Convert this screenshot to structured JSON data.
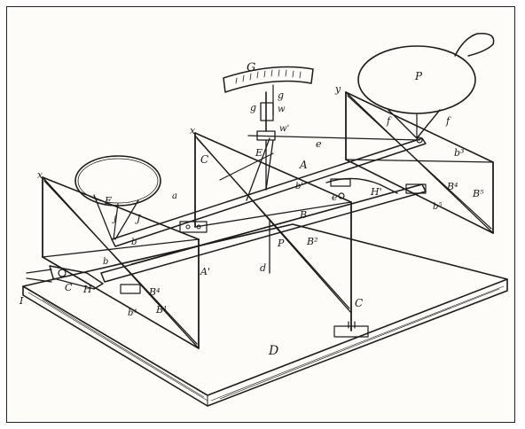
{
  "figure": {
    "ink_color": "#1c1c1c",
    "paper_color": "#fdfcf8",
    "labels": {
      "G": "G",
      "g_top": "g",
      "g_left": "g",
      "w": "w",
      "w_prime": "w'",
      "E": "E",
      "e_upper": "e",
      "e_lower": "e",
      "P_top": "P",
      "f_left": "f",
      "f_right": "f",
      "y": "y",
      "b3": "b³",
      "B4_right": "B⁴",
      "B5": "B⁵",
      "x_center": "x",
      "C_upper": "C",
      "A_upper": "A",
      "b_prime": "b'",
      "H_prime": "H'",
      "b5": "b⁵",
      "B_mid": "B",
      "B2": "B²",
      "P_mid": "P",
      "d": "d",
      "x_left": "x",
      "F": "F",
      "J": "J",
      "a": "a",
      "j": "j",
      "b1": "b",
      "b_small": "b",
      "A_prime": "A'",
      "C_left": "C",
      "H": "H",
      "I": "I",
      "B4_left": "B⁴",
      "B1": "B¹",
      "b4": "b⁴",
      "C_lower": "C",
      "D": "D"
    }
  }
}
